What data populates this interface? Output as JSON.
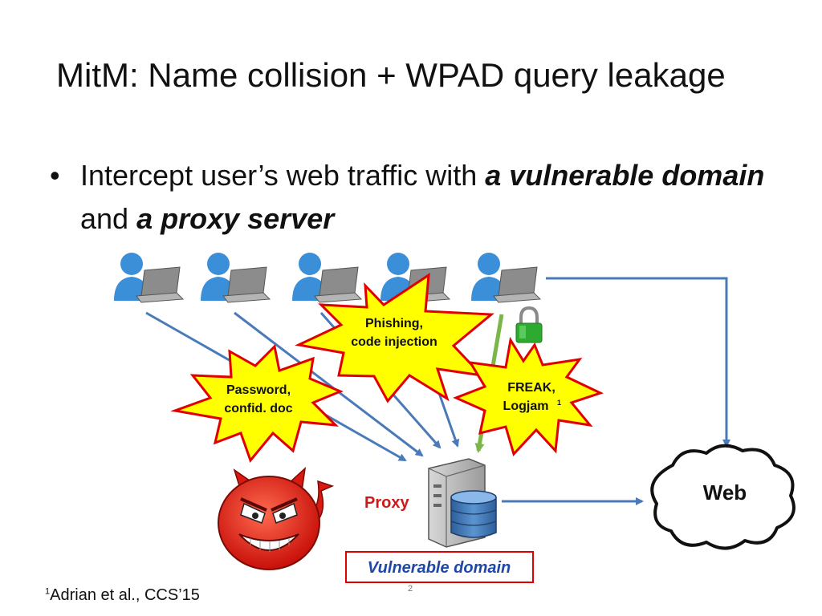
{
  "slide": {
    "title": "MitM: Name collision + WPAD query leakage",
    "bullet": {
      "marker": "•",
      "part1": "Intercept user’s web traffic with ",
      "bold1": "a vulnerable domain",
      "part2": " and ",
      "bold2": "a proxy server"
    },
    "bursts": {
      "phishing_line1": "Phishing,",
      "phishing_line2": "code injection",
      "password_line1": "Password,",
      "password_line2": "confid. doc",
      "freak_line1": "FREAK,",
      "freak_line2": "Logjam",
      "freak_sup": "1"
    },
    "proxy_label": "Proxy",
    "vulnerable_domain_label": "Vulnerable domain",
    "web_label": "Web",
    "footnote": {
      "sup": "1",
      "text": "Adrian et al., CCS’15"
    },
    "page_number": "2"
  },
  "colors": {
    "arrow": "#4a7ab8",
    "burst_fill": "#ffff00",
    "burst_stroke": "#e00000",
    "proxy_label": "#d01818",
    "vulnerable_box_stroke": "#e00000",
    "vulnerable_text": "#1f47a8",
    "green_arrow": "#7ab648",
    "lock": "#2eaa30"
  }
}
